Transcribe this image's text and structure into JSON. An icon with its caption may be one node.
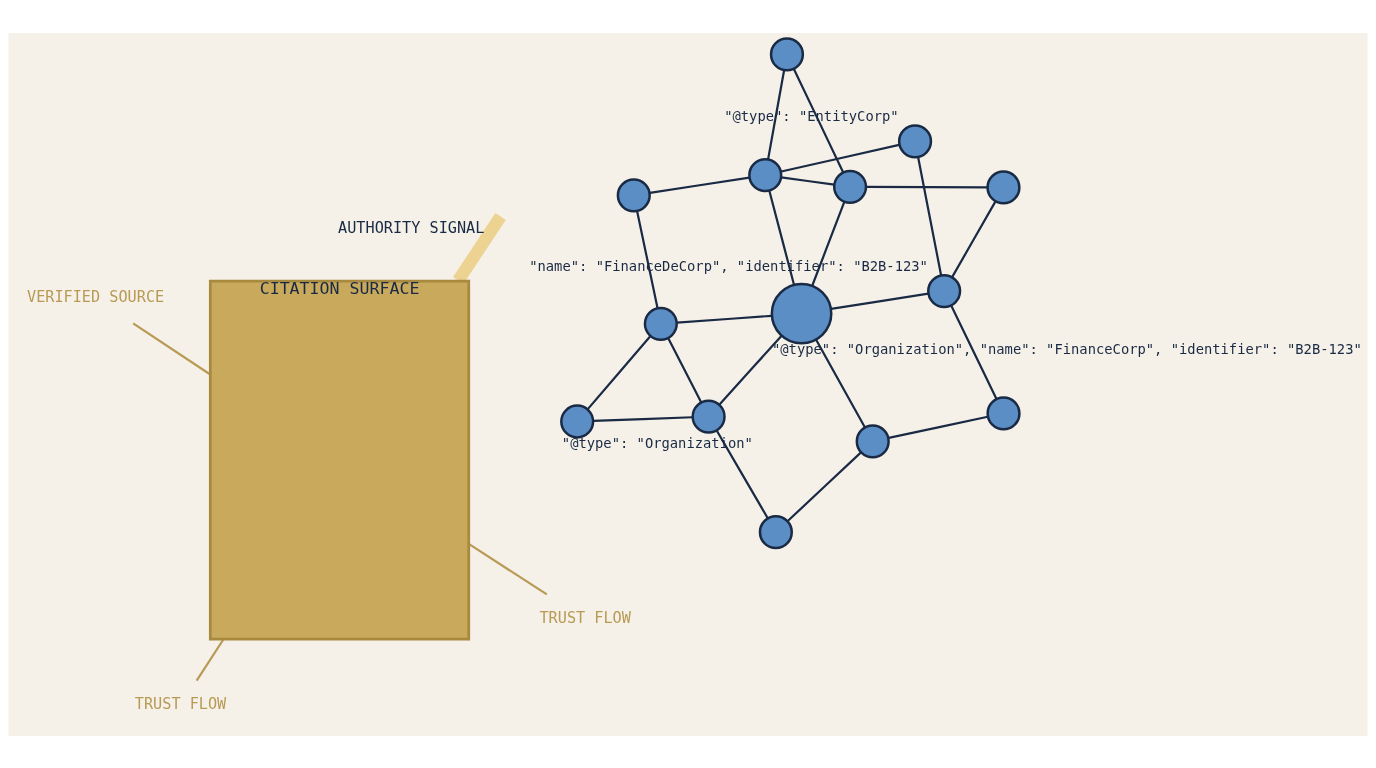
{
  "diagram": {
    "nodes": [
      {
        "text": [],
        "shape": "circle",
        "beside": [
          "\"@type\": \"Organization\""
        ]
      },
      {
        "text": [],
        "shape": "circle"
      },
      {
        "text": [],
        "shape": "circle"
      },
      {
        "text": [],
        "shape": "circle"
      },
      {
        "text": [],
        "shape": "circle"
      },
      {
        "text": [],
        "shape": "circle"
      },
      {
        "text": [],
        "shape": "circle",
        "beside": [
          "\"@type\": \"Organization\", \"name\": \"FinanceCorp\", \"identifier\": \"B2B-123\""
        ]
      },
      {
        "text": [],
        "shape": "circle"
      },
      {
        "text": [],
        "shape": "circle"
      },
      {
        "text": [],
        "shape": "circle",
        "beside": [
          "\"name\": \"FinanceDeCorp\", \"identifier\": \"B2B-123\""
        ]
      },
      {
        "text": [],
        "shape": "circle"
      },
      {
        "text": [],
        "shape": "circle"
      },
      {
        "text": [],
        "shape": "circle"
      },
      {
        "text": [],
        "shape": "circle",
        "beside": [
          "\"@type\": \"EntityCorp\""
        ]
      },
      {
        "text": [
          "CITATION SURFACE"
        ]
      },
      {
        "text": [
          "TRUST FLOW"
        ]
      },
      {
        "text": [
          "TRUST FLOW"
        ]
      },
      {
        "text": [
          "VERIFIED SOURCE"
        ]
      }
    ],
    "edges": [
      {
        "from": 0,
        "to": 3,
        "arrow": "none"
      },
      {
        "from": 0,
        "to": 2,
        "arrow": "none"
      },
      {
        "from": 2,
        "to": 1,
        "arrow": "none"
      },
      {
        "from": 2,
        "to": 3,
        "arrow": "none"
      },
      {
        "from": 2,
        "to": 6,
        "arrow": "none"
      },
      {
        "from": 1,
        "to": 4,
        "arrow": "none"
      },
      {
        "from": 3,
        "to": 5,
        "arrow": "none"
      },
      {
        "from": 3,
        "to": 6,
        "arrow": "none"
      },
      {
        "from": 4,
        "to": 6,
        "arrow": "none"
      },
      {
        "from": 4,
        "to": 7,
        "arrow": "none"
      },
      {
        "from": 5,
        "to": 8,
        "arrow": "none"
      },
      {
        "from": 6,
        "to": 8,
        "arrow": "none"
      },
      {
        "from": 6,
        "to": 10,
        "arrow": "none"
      },
      {
        "from": 6,
        "to": 9,
        "arrow": "none"
      },
      {
        "from": 7,
        "to": 9,
        "arrow": "none"
      },
      {
        "from": 8,
        "to": 10,
        "arrow": "none"
      },
      {
        "from": 8,
        "to": 11,
        "arrow": "none"
      },
      {
        "from": 8,
        "to": 13,
        "arrow": "none"
      },
      {
        "from": 10,
        "to": 11,
        "arrow": "none"
      },
      {
        "from": 10,
        "to": 12,
        "arrow": "none"
      },
      {
        "from": 9,
        "to": 13,
        "arrow": "none"
      },
      {
        "from": 9,
        "to": 12,
        "arrow": "none"
      },
      {
        "from": null,
        "to": 14,
        "arrow": "none",
        "label": "AUTHORITY SIGNAL",
        "style": "thick",
        "color": "#ecd391"
      },
      {
        "from": 15,
        "to": 14,
        "arrow": "none",
        "color": "#b89a55"
      },
      {
        "from": 16,
        "to": 14,
        "arrow": "none",
        "color": "#b89a55"
      },
      {
        "from": 17,
        "to": 14,
        "arrow": "none",
        "color": "#b89a55"
      }
    ]
  }
}
